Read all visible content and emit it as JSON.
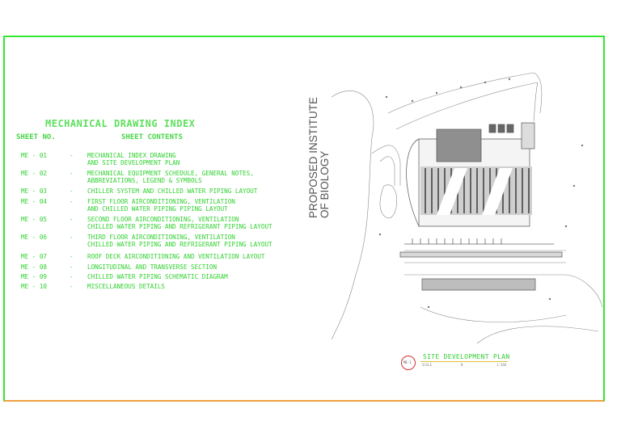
{
  "index": {
    "title": "MECHANICAL DRAWING INDEX",
    "col_sheet_no": "SHEET NO.",
    "col_sheet_contents": "SHEET CONTENTS",
    "rows": [
      {
        "no": "ME - 01",
        "dash": "-",
        "lines": [
          "MECHANICAL INDEX DRAWING",
          "AND SITE DEVELOPMENT PLAN"
        ]
      },
      {
        "no": "ME - 02",
        "dash": "-",
        "lines": [
          "MECHANICAL EQUIPMENT SCHEDULE, GENERAL NOTES,",
          "ABBREVIATIONS, LEGEND & SYMBOLS"
        ]
      },
      {
        "no": "ME - 03",
        "dash": "-",
        "lines": [
          "CHILLER SYSTEM AND CHILLED WATER PIPING LAYOUT"
        ]
      },
      {
        "no": "ME - 04",
        "dash": "-",
        "lines": [
          "FIRST FLOOR AIRCONDITIONING, VENTILATION",
          "AND CHILLED WATER PIPING PIPING LAYOUT"
        ]
      },
      {
        "no": "ME - 05",
        "dash": "-",
        "lines": [
          "SECOND FLOOR AIRCONDITIONING, VENTILATION",
          "CHILLED WATER PIPING AND REFRIGERANT PIPING LAYOUT"
        ]
      },
      {
        "no": "ME - 06",
        "dash": "-",
        "lines": [
          "THIRD FLOOR AIRCONDITIONING, VENTILATION",
          "CHILLED WATER PIPING AND REFRIGERANT PIPING LAYOUT"
        ]
      },
      {
        "no": "ME - 07",
        "dash": "-",
        "lines": [
          "ROOF DECK AIRCONDITIONING AND VENTILATION LAYOUT"
        ]
      },
      {
        "no": "ME - 08",
        "dash": "-",
        "lines": [
          "LONGITUDINAL AND TRANSVERSE SECTION"
        ]
      },
      {
        "no": "ME - 09",
        "dash": "-",
        "lines": [
          "CHILLED WATER PIPING SCHEMATIC DIAGRAM"
        ]
      },
      {
        "no": "ME - 10",
        "dash": "-",
        "lines": [
          "MISCELLANEOUS DETAILS"
        ]
      }
    ]
  },
  "plan": {
    "project_title_line1": "PROPOSED INSTITUTE",
    "project_title_line2": "OF BIOLOGY",
    "caption": "SITE DEVELOPMENT PLAN",
    "scale_left": "SCALE",
    "scale_mid": "N",
    "scale_right": "1:500",
    "bubble_label": "ME-1"
  },
  "colors": {
    "index_text": "#30d230",
    "border": "#33e633",
    "border_bottom": "#f0a040",
    "plan_lines": "#777777"
  }
}
